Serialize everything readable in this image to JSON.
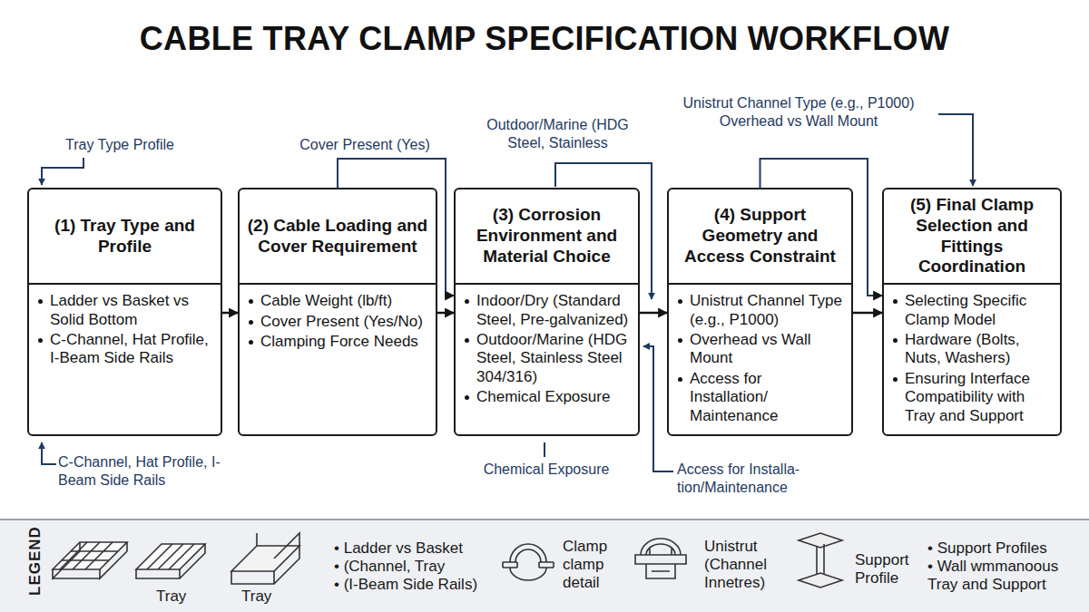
{
  "diagram": {
    "title": "CABLE TRAY CLAMP SPECIFICATION WORKFLOW",
    "nodes": [
      {
        "text": [
          "(1) Tray Type and Profile",
          "Ladder vs Basket vs Solid Bottom",
          "C-Channel, Hat Profile, I-Beam Side Rails"
        ]
      },
      {
        "text": [
          "(2) Cable Loading and Cover Requirement",
          "Cable Weight (lb/ft)",
          "Cover Present (Yes/No)",
          "Clamping Force Needs"
        ]
      },
      {
        "text": [
          "(3) Corrosion Environment and Material Choice",
          "Indoor/Dry (Standard Steel, Pre-galvanized)",
          "Outdoor/Marine (HDG Steel, Stainless Steel 304/316)",
          "Chemical Exposure"
        ]
      },
      {
        "text": [
          "(4) Support Geometry and Access Constraint",
          "Unistrut Channel Type (e.g., P1000)",
          "Overhead vs Wall Mount",
          "Access for Installation/ Maintenance"
        ]
      },
      {
        "text": [
          "(5) Final Clamp Selection and Fittings Coordination",
          "Selecting Specific Clamp Model",
          "Hardware (Bolts, Nuts, Washers)",
          "Ensuring Interface Compatibility with Tray and Support"
        ]
      }
    ],
    "edges": [
      {
        "from": 0,
        "to": 1,
        "arrow": "to"
      },
      {
        "from": 1,
        "to": 2,
        "arrow": "to"
      },
      {
        "from": 2,
        "to": 3,
        "arrow": "to"
      },
      {
        "from": 3,
        "to": 4,
        "arrow": "to"
      },
      {
        "from": 1,
        "to": 2,
        "label": "Cover Present (Yes)",
        "arrow": "to"
      },
      {
        "from": 3,
        "to": 4,
        "arrow": "to"
      }
    ],
    "labels": [
      "Tray Type Profile",
      "Outdoor/Marine (HDG Steel, Stainless",
      "Unistrut Channel Type (e.g., P1000) Overhead vs Wall Mount",
      "C-Channel, Hat Profile, I-Beam Side Rails",
      "Chemical Exposure",
      "Access for Installa- tion/Maintenance",
      "LEGEND"
    ],
    "legend": [
      {
        "text": "Tray"
      },
      {
        "text": "Tray"
      },
      {
        "text": "• Ladder vs Basket"
      },
      {
        "text": "• (Channel, Tray"
      },
      {
        "text": "• (I-Beam Side Rails)"
      },
      {
        "text": "Clamp clamp detail"
      },
      {
        "text": "Unistrut (Channel Innetres)"
      },
      {
        "text": "Support Profile"
      },
      {
        "text": "• Support Profiles"
      },
      {
        "text": "• Wall wmmanoous Tray and Support"
      }
    ]
  }
}
